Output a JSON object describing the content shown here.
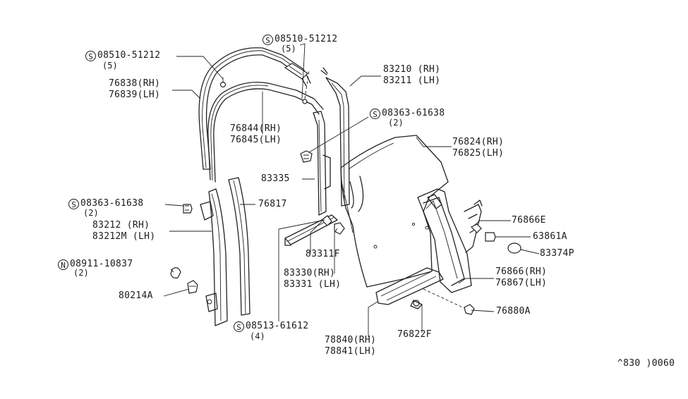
{
  "labels": {
    "s08510_left": "08510-51212",
    "s08510_left_qty": "(5)",
    "s08510_top": "08510-51212",
    "s08510_top_qty": "(5)",
    "p76838": "76838(RH)",
    "p76839": "76839(LH)",
    "p76844": "76844(RH)",
    "p76845": "76845(LH)",
    "p83210": "83210 (RH)",
    "p83211": "83211 (LH)",
    "s08363_right": "08363-61638",
    "s08363_right_qty": "(2)",
    "p76824": "76824(RH)",
    "p76825": "76825(LH)",
    "p83335": "83335",
    "s08363_left": "08363-61638",
    "s08363_left_qty": "(2)",
    "p76817": "76817",
    "p83212": "83212  (RH)",
    "p83212m": "83212M (LH)",
    "p76866e": "76866E",
    "p63861a": "63861A",
    "p83374p": "83374P",
    "p83311f": "83311F",
    "n08911": "08911-10837",
    "n08911_qty": "(2)",
    "p83330": "83330(RH)",
    "p83331": "83331 (LH)",
    "p76866": "76866(RH)",
    "p76867": "76867(LH)",
    "p80214a": "80214A",
    "p76880a": "76880A",
    "s08513": "08513-61612",
    "s08513_qty": "(4)",
    "p76822f": "76822F",
    "p78840": "78840(RH)",
    "p78841": "78841(LH)",
    "diagram_code": "^830 )0060"
  },
  "symbols": {
    "screw": "S",
    "nut": "N"
  }
}
